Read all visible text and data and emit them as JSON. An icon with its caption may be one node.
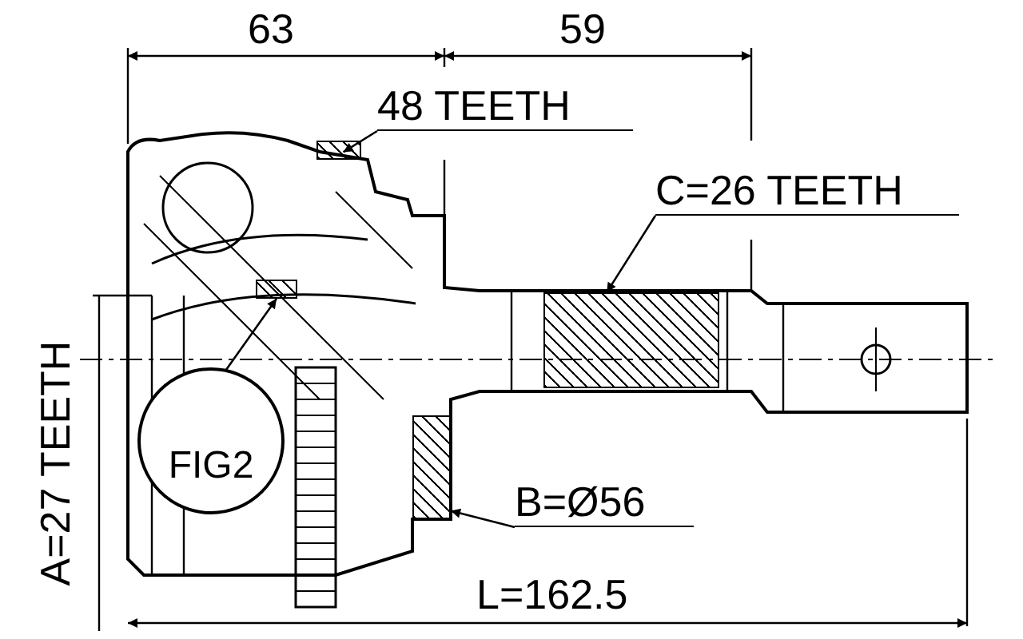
{
  "diagram": {
    "nodes": [
      {
        "text": [
          "48 TEETH"
        ]
      },
      {
        "text": [],
        "shape": "box"
      },
      {
        "text": [
          "C=26 TEETH"
        ]
      },
      {
        "text": [],
        "shape": "box"
      },
      {
        "text": [
          "B=Ø56"
        ]
      },
      {
        "text": [],
        "shape": "box"
      },
      {
        "text": [
          "FIG2"
        ]
      },
      {
        "text": [],
        "shape": "box"
      }
    ],
    "edges": [
      {
        "from": 0,
        "to": 1,
        "arrow": "to"
      },
      {
        "from": 2,
        "to": 3,
        "arrow": "to"
      },
      {
        "from": 4,
        "to": 5,
        "arrow": "to"
      },
      {
        "from": 6,
        "to": 7,
        "arrow": "to"
      }
    ],
    "labels": [
      "63",
      "59",
      "A=27 TEETH",
      "L=162.5"
    ]
  }
}
